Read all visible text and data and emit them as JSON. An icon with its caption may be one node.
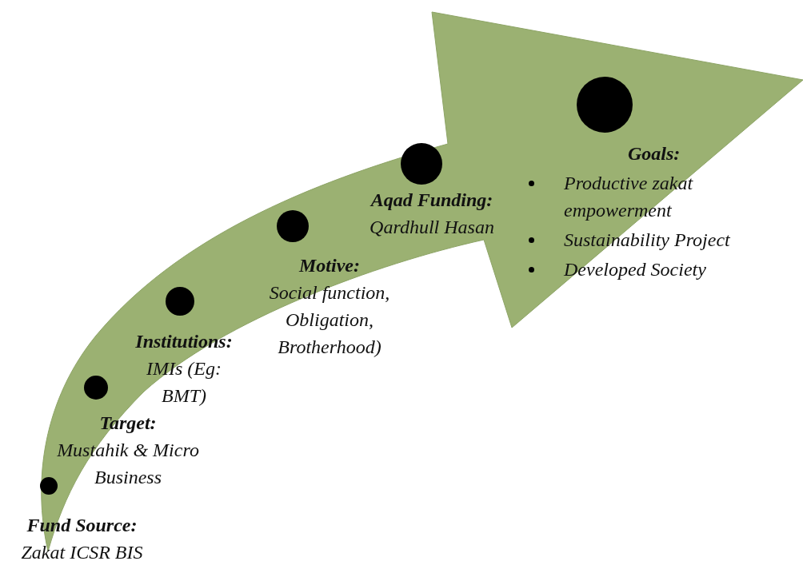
{
  "diagram": {
    "nodes": [
      {
        "text": [
          "Fund Source:",
          "Zakat ICSR BIS"
        ]
      },
      {
        "text": [
          "Target:",
          "Mustahik & Micro Business"
        ]
      },
      {
        "text": [
          "Institutions:",
          "IMIs (Eg: BMT)"
        ]
      },
      {
        "text": [
          "Motive:",
          "Social function, Obligation, Brotherhood)"
        ]
      },
      {
        "text": [
          "Aqad Funding:",
          "Qardhull Hasan"
        ]
      },
      {
        "text": [
          "Goals:",
          "Productive zakat empowerment",
          "Sustainability Project",
          "Developed Society"
        ]
      }
    ]
  }
}
